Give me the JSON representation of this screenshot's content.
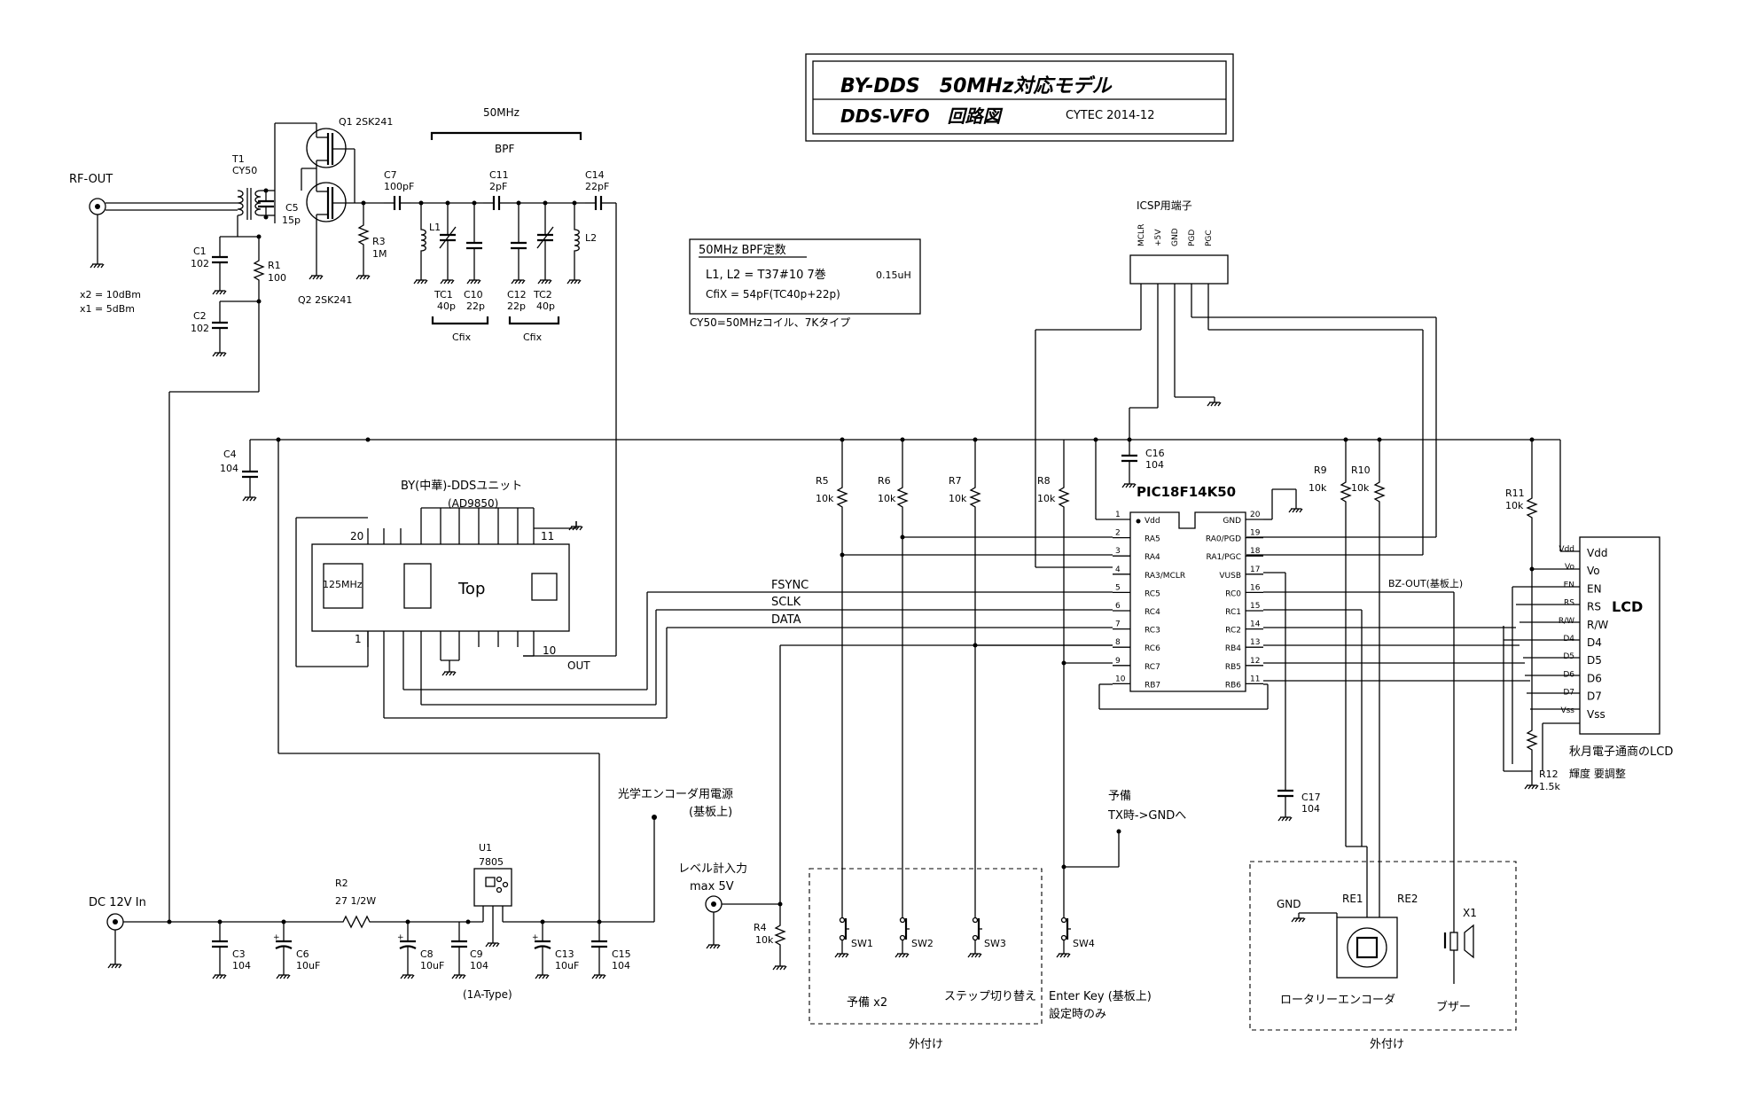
{
  "title": {
    "line1": "BY-DDS　50MHz対応モデル",
    "line2": "DDS-VFO　回路図",
    "credit": "CYTEC 2014-12"
  },
  "rf": {
    "rf_out": "RF-OUT",
    "gain_note_1": "x2 = 10dBm",
    "gain_note_2": "x1 = 5dBm",
    "t1": "T1",
    "t1_part": "CY50",
    "q1": "Q1  2SK241",
    "q2": "Q2  2SK241",
    "c1": "C1",
    "c1_val": "102",
    "c2": "C2",
    "c2_val": "102",
    "r1": "R1",
    "r1_val": "100",
    "c5": "C5",
    "c5_val": "15p",
    "r3": "R3",
    "r3_val": "1M",
    "c7": "C7",
    "c7_val": "100pF",
    "c11": "C11",
    "c11_val": "2pF",
    "c14": "C14",
    "c14_val": "22pF",
    "bpf_freq": "50MHz",
    "bpf": "BPF",
    "l1": "L1",
    "l2": "L2",
    "tc1": "TC1",
    "tc1_val": "40p",
    "c10": "C10",
    "c10_val": "22p",
    "c12": "C12",
    "c12_val": "22p",
    "tc2": "TC2",
    "tc2_val": "40p",
    "cfix_a": "Cfix",
    "cfix_b": "Cfix"
  },
  "bpf_box": {
    "heading": "50MHz  BPF定数",
    "line1": "L1, L2 = T37#10  7巻",
    "line1_small": "0.15uH",
    "line2": "CfiX = 54pF(TC40p+22p)",
    "cy50_note": "CY50=50MHzコイル、7Kタイプ"
  },
  "icsp": {
    "title": "ICSP用端子",
    "pins": [
      "MCLR",
      "+5V",
      "GND",
      "PGD",
      "PGC"
    ]
  },
  "dds": {
    "title": "BY(中華)-DDSユニット",
    "chip": "(AD9850)",
    "osc": "125MHz",
    "top": "Top",
    "pin20": "20",
    "pin11": "11",
    "pin1": "1",
    "pin10": "10",
    "out": "OUT",
    "fsync": "FSYNC",
    "sclk": "SCLK",
    "data": "DATA"
  },
  "pic": {
    "name": "PIC18F14K50",
    "left_pins": [
      {
        "num": "1",
        "label": "Vdd"
      },
      {
        "num": "2",
        "label": "RA5"
      },
      {
        "num": "3",
        "label": "RA4"
      },
      {
        "num": "4",
        "label": "RA3/MCLR"
      },
      {
        "num": "5",
        "label": "RC5"
      },
      {
        "num": "6",
        "label": "RC4"
      },
      {
        "num": "7",
        "label": "RC3"
      },
      {
        "num": "8",
        "label": "RC6"
      },
      {
        "num": "9",
        "label": "RC7"
      },
      {
        "num": "10",
        "label": "RB7"
      }
    ],
    "right_pins": [
      {
        "num": "20",
        "label": "GND"
      },
      {
        "num": "19",
        "label": "RA0/PGD"
      },
      {
        "num": "18",
        "label": "RA1/PGC"
      },
      {
        "num": "17",
        "label": "VUSB"
      },
      {
        "num": "16",
        "label": "RC0"
      },
      {
        "num": "15",
        "label": "RC1"
      },
      {
        "num": "14",
        "label": "RC2"
      },
      {
        "num": "13",
        "label": "RB4"
      },
      {
        "num": "12",
        "label": "RB5"
      },
      {
        "num": "11",
        "label": "RB6"
      }
    ]
  },
  "lcd": {
    "title": "LCD",
    "maker": "秋月電子通商のLCD",
    "pins": [
      "Vdd",
      "Vo",
      "EN",
      "RS",
      "R/W",
      "D4",
      "D5",
      "D6",
      "D7",
      "Vss"
    ],
    "net_labels": [
      "Vdd",
      "Vo",
      "EN",
      "RS",
      "R/W",
      "D4",
      "D5",
      "D6",
      "D7",
      "Vss"
    ]
  },
  "parts": {
    "c4": "C4",
    "c4_val": "104",
    "c16": "C16",
    "c16_val": "104",
    "c17": "C17",
    "c17_val": "104",
    "r5": "R5",
    "r5_val": "10k",
    "r6": "R6",
    "r6_val": "10k",
    "r7": "R7",
    "r7_val": "10k",
    "r8": "R8",
    "r8_val": "10k",
    "r9": "R9",
    "r9_val": "10k",
    "r10": "R10",
    "r10_val": "10k",
    "r11": "R11",
    "r11_val": "10k",
    "r12": "R12",
    "r12_val": "1.5k",
    "r12_note": "輝度 要調整",
    "bz_out": "BZ-OUT(基板上)"
  },
  "power": {
    "dc_in": "DC  12V In",
    "r2": "R2",
    "r2_val": "27  1/2W",
    "u1": "U1",
    "u1_part": "7805",
    "u1_note": "(1A-Type)",
    "c3": "C3",
    "c3_val": "104",
    "c6": "C6",
    "c6_val": "10uF",
    "c8": "C8",
    "c8_val": "10uF",
    "c9": "C9",
    "c9_val": "104",
    "c13": "C13",
    "c13_val": "10uF",
    "c15": "C15",
    "c15_val": "104",
    "encoder_power": "光学エンコーダ用電源",
    "encoder_power_note": "(基板上)"
  },
  "io": {
    "level_in": "レベル計入力",
    "level_max": "max  5V",
    "r4": "R4",
    "r4_val": "10k",
    "sw1": "SW1",
    "sw2": "SW2",
    "sw3": "SW3",
    "sw4": "SW4",
    "spare_x2": "予備  x2",
    "step_switch": "ステップ切り替え",
    "external_a": "外付け",
    "spare": "予備",
    "tx_note": "TX時->GNDへ",
    "enter_key": "Enter  Key (基板上)",
    "setting_only": "設定時のみ",
    "gnd": "GND",
    "re1": "RE1",
    "re2": "RE2",
    "x1": "X1",
    "rotary_encoder": "ロータリーエンコーダ",
    "buzzer": "ブザー",
    "external_b": "外付け"
  }
}
